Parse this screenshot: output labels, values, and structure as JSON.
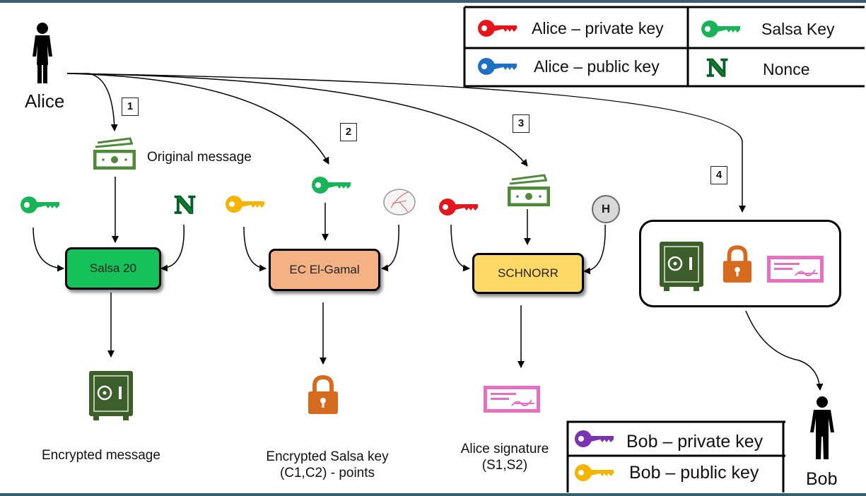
{
  "actors": {
    "alice": "Alice",
    "bob": "Bob"
  },
  "steps": [
    "1",
    "2",
    "3",
    "4"
  ],
  "original_message_label": "Original message",
  "nonce_symbol": "N",
  "hash_symbol": "H",
  "algorithms": {
    "salsa": "Salsa 20",
    "elgamal": "EC El-Gamal",
    "schnorr": "SCHNORR"
  },
  "outputs": {
    "encrypted_message": "Encrypted message",
    "encrypted_key_line1": "Encrypted Salsa key",
    "encrypted_key_line2": "(C1,C2) - points",
    "signature_line1": "Alice signature",
    "signature_line2": "(S1,S2)"
  },
  "legend_alice": {
    "private": "Alice – private key",
    "public": "Alice – public key",
    "salsa": "Salsa Key",
    "nonce": "Nonce"
  },
  "legend_bob": {
    "private": "Bob – private key",
    "public": "Bob – public key"
  },
  "colors": {
    "alice_private_key": "#e8141c",
    "alice_public_key": "#1f6fc2",
    "salsa_key": "#19b35a",
    "bob_private_key": "#7a34b0",
    "bob_public_key": "#f5b400",
    "salsa_box": "#15c25a",
    "elgamal_box": "#f4b183",
    "schnorr_box": "#ffd966",
    "safe": "#3b5e2b",
    "lock": "#d66a1f",
    "signature": "#e76fc2",
    "money": "#4e8a3a",
    "frame": "#3b5d73"
  },
  "icons": [
    "person-icon",
    "key-icon",
    "money-icon",
    "nonce-icon",
    "elliptic-curve-icon",
    "hash-icon",
    "safe-icon",
    "padlock-icon",
    "signature-icon"
  ]
}
